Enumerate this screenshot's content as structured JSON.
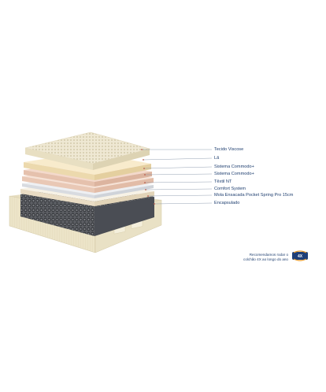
{
  "colors": {
    "label_text": "#1f3f70",
    "leader_line": "#7a8aa0",
    "leader_dot": "#b85a4a",
    "ticking": "#efe8d3",
    "wool": "#f6e8c8",
    "comfort_layer": "#f2d9cc",
    "nt_textile": "#eceff3",
    "spring_dark": "#3a3d44",
    "case_fabric": "#ede6cc",
    "badge_blue": "#1e3f78",
    "badge_accent": "#e89a2a"
  },
  "layers": [
    {
      "label": "Tecido Viscose"
    },
    {
      "label": "Lã"
    },
    {
      "label": "Sistema Commodo+"
    },
    {
      "label": "Sistema Commodo+"
    },
    {
      "label": "Têxtil NT"
    },
    {
      "label": "Comfort System"
    },
    {
      "label": "Mola Ensacada Pocket Spring Pro 15cm"
    },
    {
      "label": "Encapsulado"
    }
  ],
  "recommendation": {
    "line1": "Recomendamos rodar o",
    "line2": "colchão 4X ao longo do ano",
    "badge_icon": "rotation-badge-icon",
    "badge_text": "4X"
  }
}
